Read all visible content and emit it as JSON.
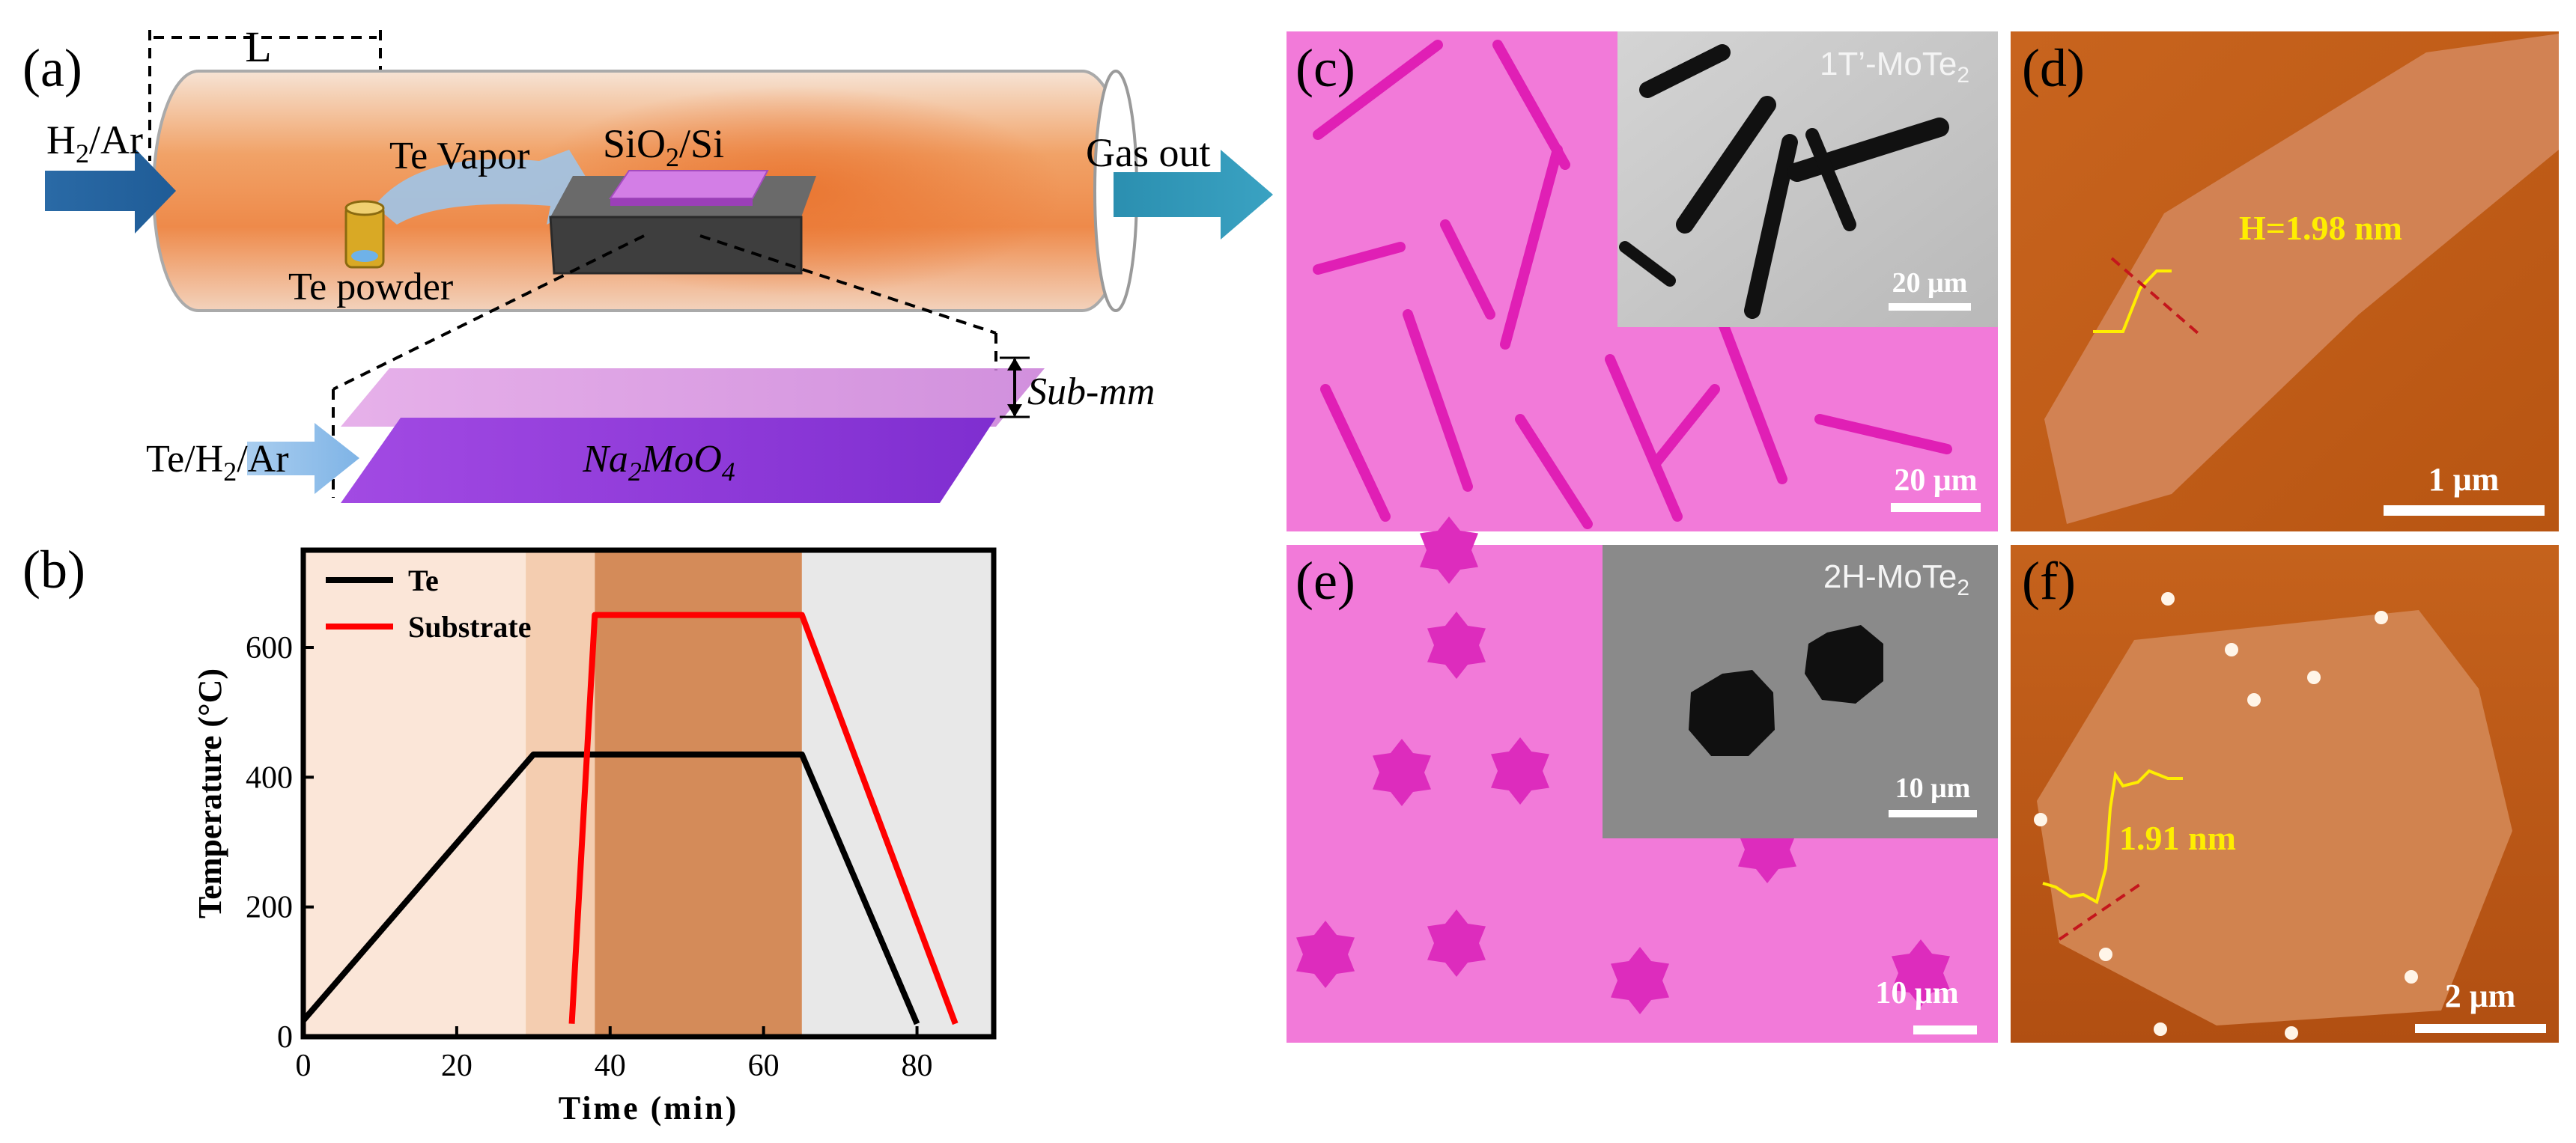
{
  "panels": {
    "a": {
      "label": "(a)",
      "length_label": "L",
      "gas_in": "H2/Ar",
      "vapor": "Te  Vapor",
      "substrate": "SiO2/Si",
      "gas_out": "Gas out",
      "powder": "Te powder",
      "gap": "Sub-mm",
      "stack_in": "Te/H2/Ar",
      "precursor": "Na2MoO4"
    },
    "b": {
      "label": "(b)"
    },
    "c": {
      "label": "(c)",
      "inset_title": "1T’-MoTe2",
      "inset_scale": "20 μm",
      "scale": "20 μm"
    },
    "d": {
      "label": "(d)",
      "height": "H=1.98 nm",
      "scale": "1 μm"
    },
    "e": {
      "label": "(e)",
      "inset_title": "2H-MoTe2",
      "inset_scale": "10 μm",
      "scale": "10 μm"
    },
    "f": {
      "label": "(f)",
      "height": "1.91 nm",
      "scale": "2 μm"
    }
  },
  "chart_data": {
    "type": "line",
    "title": "",
    "xlabel": "Time (min)",
    "ylabel": "Temperature (°C)",
    "xlim": [
      0,
      90
    ],
    "ylim": [
      0,
      750
    ],
    "xticks": [
      0,
      20,
      40,
      60,
      80
    ],
    "yticks": [
      0,
      200,
      400,
      600
    ],
    "legend_position": "top-left",
    "grid": false,
    "background_bands": [
      {
        "from": 0,
        "to": 29,
        "color": "#fbe6d8"
      },
      {
        "from": 29,
        "to": 38,
        "color": "#f4cdb0"
      },
      {
        "from": 38,
        "to": 65,
        "color": "#d48b59"
      },
      {
        "from": 65,
        "to": 90,
        "color": "#e8e8e8"
      }
    ],
    "series": [
      {
        "name": "Te",
        "color": "#000000",
        "x": [
          0,
          30,
          65,
          80
        ],
        "y": [
          25,
          435,
          435,
          20
        ]
      },
      {
        "name": "Substrate",
        "color": "#ff0000",
        "x": [
          35,
          38,
          65,
          85
        ],
        "y": [
          20,
          650,
          650,
          20
        ]
      }
    ]
  }
}
